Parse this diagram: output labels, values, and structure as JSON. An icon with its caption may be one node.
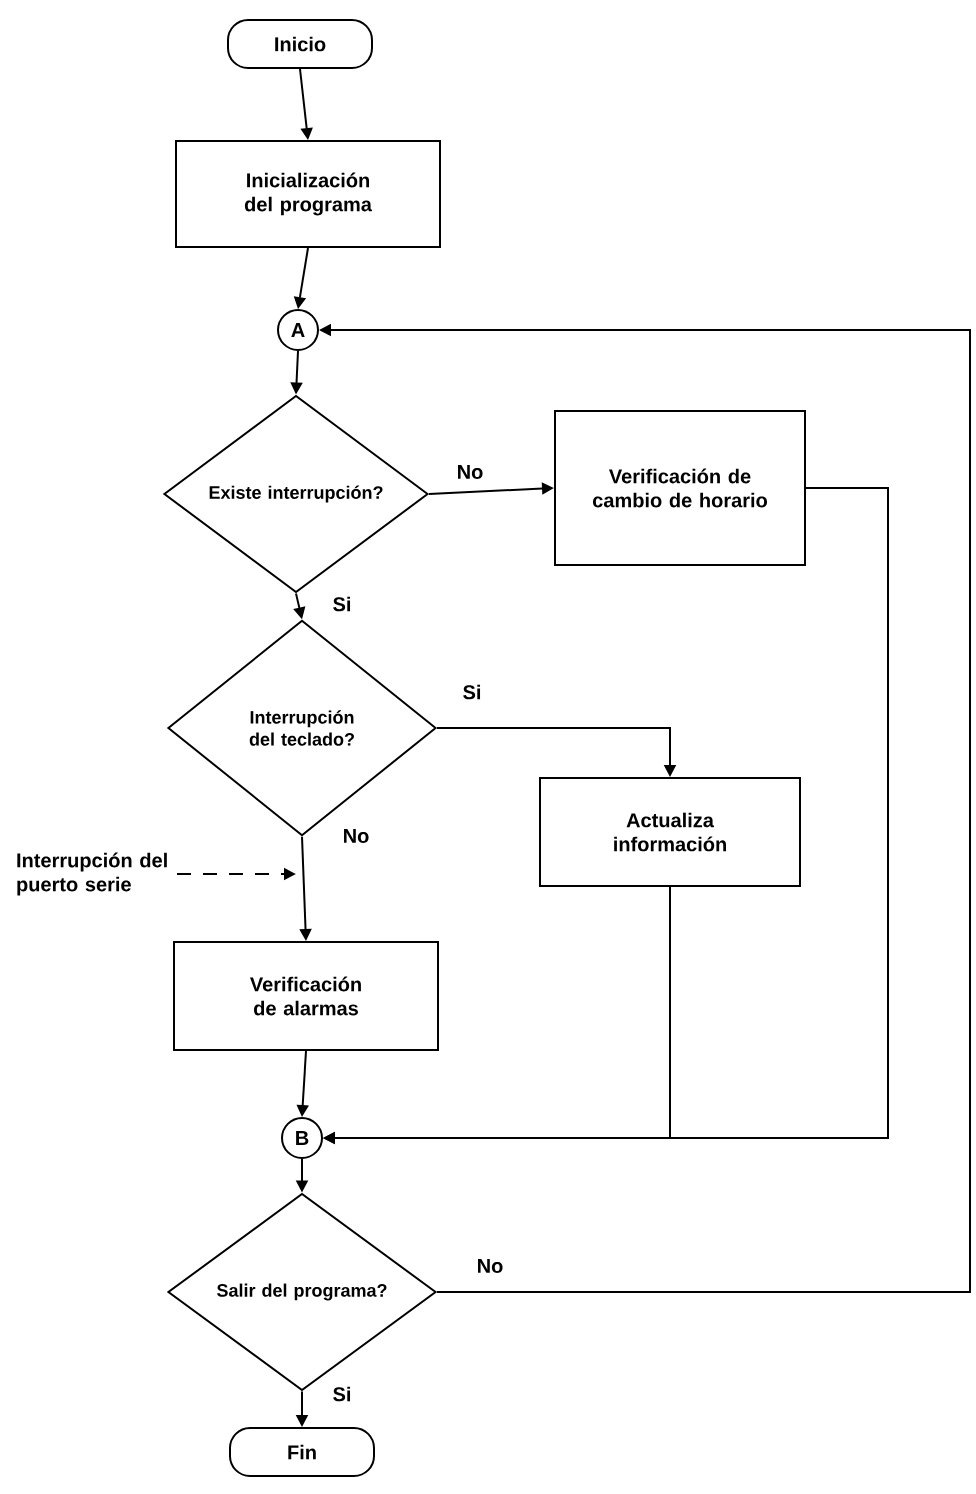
{
  "diagram": {
    "nodes": [
      {
        "text": [
          "Inicio"
        ]
      },
      {
        "text": [
          "Inicialización del programa"
        ]
      },
      {
        "text": [
          "A"
        ]
      },
      {
        "text": [
          "Existe interrupción?"
        ]
      },
      {
        "text": [
          "Verificación de cambio de horario"
        ]
      },
      {
        "text": [
          "Interrupción del teclado?"
        ]
      },
      {
        "text": [
          "Actualiza información"
        ]
      },
      {
        "text": [
          "Interrupción del puerto serie"
        ]
      },
      {
        "text": [
          "Verificación de alarmas"
        ]
      },
      {
        "text": [
          "B"
        ]
      },
      {
        "text": [
          "Salir del programa?"
        ]
      },
      {
        "text": [
          "Fin"
        ]
      }
    ],
    "edges": [
      {
        "from": 0,
        "to": 1,
        "arrow": "to"
      },
      {
        "from": 1,
        "to": 2,
        "arrow": "to"
      },
      {
        "from": 2,
        "to": 3,
        "arrow": "to"
      },
      {
        "from": 3,
        "to": 4,
        "arrow": "to",
        "label": "No"
      },
      {
        "from": 3,
        "to": 5,
        "arrow": "to",
        "label": "Si"
      },
      {
        "from": 5,
        "to": 6,
        "arrow": "to",
        "label": "Si"
      },
      {
        "from": 5,
        "to": 8,
        "arrow": "to",
        "label": "No"
      },
      {
        "from": 7,
        "to": null,
        "arrow": "to",
        "style": "dashed"
      },
      {
        "from": 8,
        "to": 9,
        "arrow": "to"
      },
      {
        "from": 4,
        "to": 9,
        "arrow": "to"
      },
      {
        "from": 6,
        "to": 9,
        "arrow": "to"
      },
      {
        "from": 9,
        "to": 10,
        "arrow": "to"
      },
      {
        "from": 10,
        "to": 2,
        "arrow": "to",
        "label": "No"
      },
      {
        "from": 10,
        "to": 11,
        "arrow": "to",
        "label": "Si"
      }
    ]
  }
}
